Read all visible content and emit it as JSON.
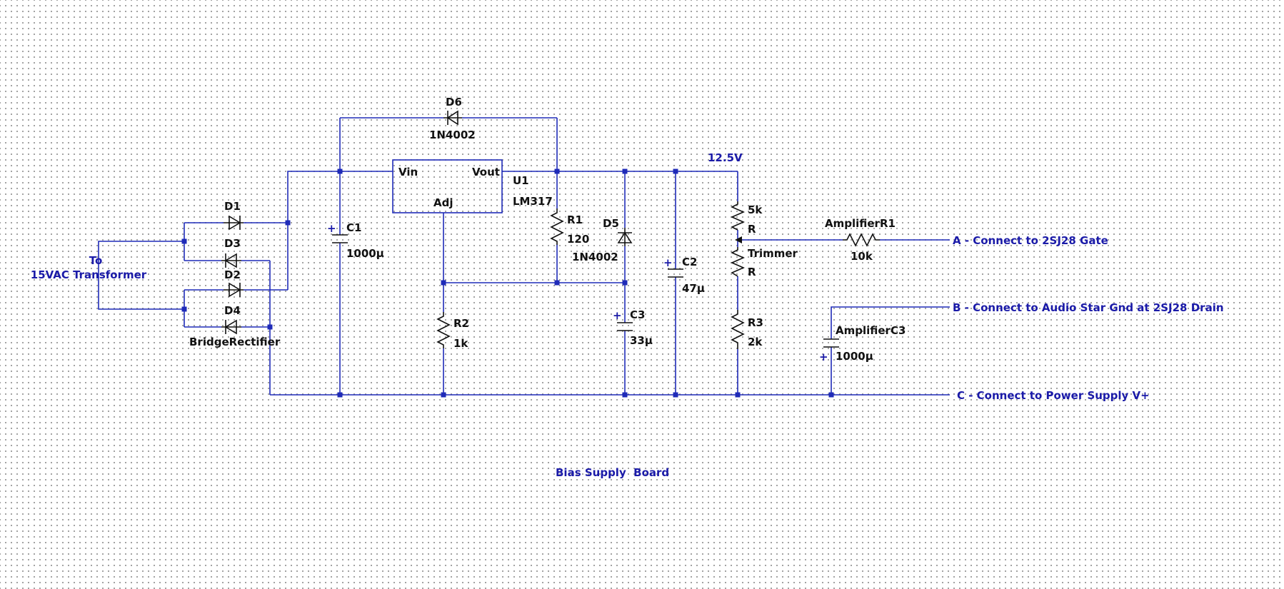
{
  "schematic": {
    "comments": {
      "transformer_line1": "To",
      "transformer_line2": "15VAC Transformer",
      "board_title": "Bias Supply  Board"
    },
    "net_labels": {
      "vout": "12.5V",
      "out_a": "A - Connect to 2SJ28 Gate",
      "out_b": "B - Connect to Audio Star Gnd at 2SJ28 Drain",
      "out_c": "C - Connect to Power Supply V+"
    },
    "components": {
      "d1": {
        "ref": "D1"
      },
      "d2": {
        "ref": "D2"
      },
      "d3": {
        "ref": "D3"
      },
      "d4": {
        "ref": "D4"
      },
      "bridge": {
        "value": "BridgeRectifier"
      },
      "c1": {
        "ref": "C1",
        "value": "1000µ"
      },
      "d6": {
        "ref": "D6",
        "value": "1N4002"
      },
      "u1": {
        "ref": "U1",
        "value": "LM317",
        "pin_vin": "Vin",
        "pin_vout": "Vout",
        "pin_adj": "Adj"
      },
      "r1": {
        "ref": "R1",
        "value": "120"
      },
      "r2": {
        "ref": "R2",
        "value": "1k"
      },
      "d5": {
        "ref": "D5",
        "value": "1N4002"
      },
      "c3": {
        "ref": "C3",
        "value": "33µ"
      },
      "c2": {
        "ref": "C2",
        "value": "47µ"
      },
      "trimmer": {
        "value_top": "5k",
        "pin_top": "R",
        "ref": "Trimmer",
        "pin_bottom": "R"
      },
      "r3": {
        "ref": "R3",
        "value": "2k"
      },
      "amp_r1": {
        "ref": "AmplifierR1",
        "value": "10k"
      },
      "amp_c3": {
        "ref": "AmplifierC3",
        "value": "1000µ"
      }
    },
    "polarity_mark": "+"
  }
}
